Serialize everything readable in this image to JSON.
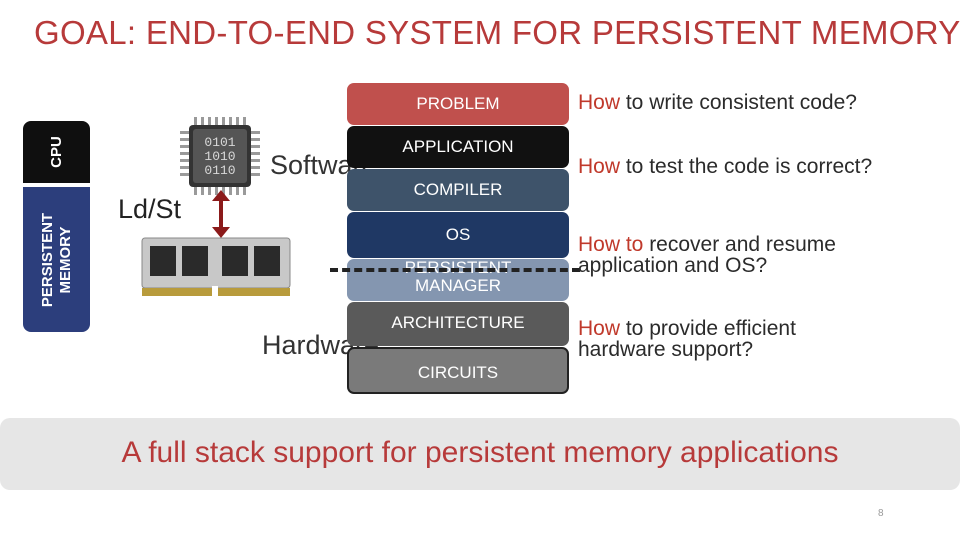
{
  "slide": {
    "title": "GOAL: END-TO-END SYSTEM FOR PERSISTENT MEMORY",
    "page_number": "8",
    "summary": "A full stack support for persistent memory applications"
  },
  "hardware_diagram": {
    "cpu_label": "CPU",
    "memory_label_line1": "PERSISTENT",
    "memory_label_line2": "MEMORY",
    "chip_bits": [
      "0101",
      "1010",
      "0110"
    ],
    "ldst_label": "Ld/St",
    "software_label": "Software",
    "hardware_label": "Hardware"
  },
  "stack": {
    "layers": [
      {
        "label": "PROBLEM",
        "color": "#c0504d"
      },
      {
        "label": "APPLICATION",
        "color": "#111111"
      },
      {
        "label": "COMPILER",
        "color": "#3e536a"
      },
      {
        "label": "OS",
        "color": "#1f3864"
      },
      {
        "label_line1": "PERSISTENT",
        "label_line2": "MANAGER",
        "color": "#8496b0"
      },
      {
        "label": "ARCHITECTURE",
        "color": "#5a5a5a"
      },
      {
        "label": "CIRCUITS",
        "color": "#7a7a7a"
      }
    ]
  },
  "questions": [
    {
      "how": "How",
      "rest": " to write consistent code?"
    },
    {
      "how": "How",
      "rest": " to test the code is correct?"
    },
    {
      "how": "How to",
      "rest_line1": " recover and resume",
      "line2": "application and OS?"
    },
    {
      "how": "How",
      "rest_line1": " to provide efficient",
      "line2": "hardware support?"
    }
  ]
}
